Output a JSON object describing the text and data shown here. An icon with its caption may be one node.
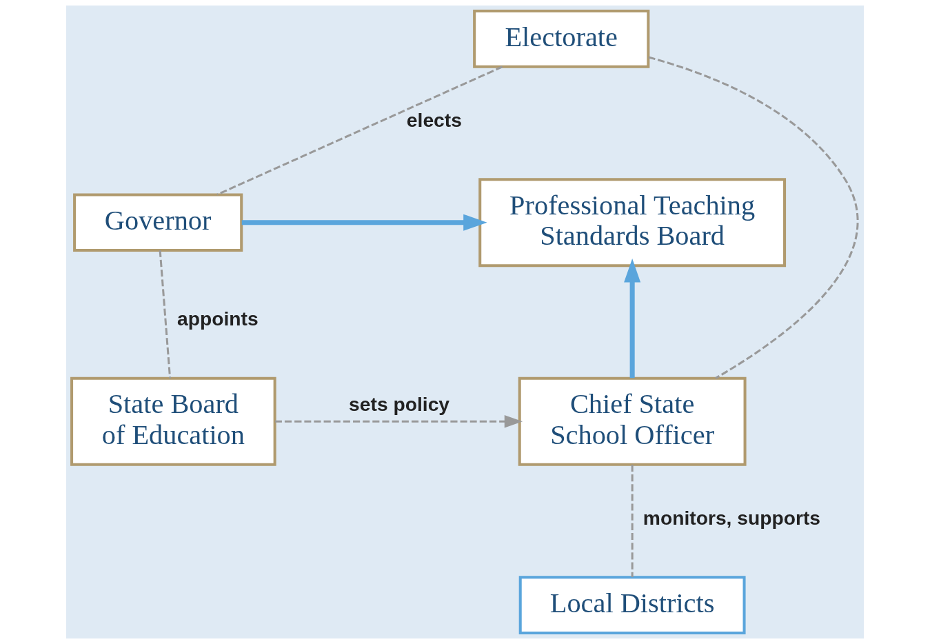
{
  "diagram": {
    "nodes": [
      {
        "text": [
          "Electorate"
        ]
      },
      {
        "text": [
          "Governor"
        ]
      },
      {
        "text": [
          "Professional Teaching Standards Board"
        ]
      },
      {
        "text": [
          "State Board of Education"
        ]
      },
      {
        "text": [
          "Chief State School Officer"
        ]
      },
      {
        "text": [
          "Local Districts"
        ]
      }
    ],
    "edges": [
      {
        "from": 0,
        "to": 1,
        "arrow": "none",
        "label": "elects",
        "style": "dashed"
      },
      {
        "from": 0,
        "to": 4,
        "arrow": "none",
        "style": "dashed"
      },
      {
        "from": 1,
        "to": 2,
        "arrow": "to",
        "style": "thick",
        "color": "#5aa5dc"
      },
      {
        "from": 1,
        "to": 3,
        "arrow": "none",
        "label": "appoints",
        "style": "dashed"
      },
      {
        "from": 3,
        "to": 4,
        "arrow": "to",
        "label": "sets policy",
        "style": "dashed"
      },
      {
        "from": 4,
        "to": 2,
        "arrow": "to",
        "style": "thick",
        "color": "#5aa5dc"
      },
      {
        "from": 4,
        "to": 5,
        "arrow": "none",
        "label": "monitors, supports",
        "style": "dashed"
      }
    ]
  }
}
